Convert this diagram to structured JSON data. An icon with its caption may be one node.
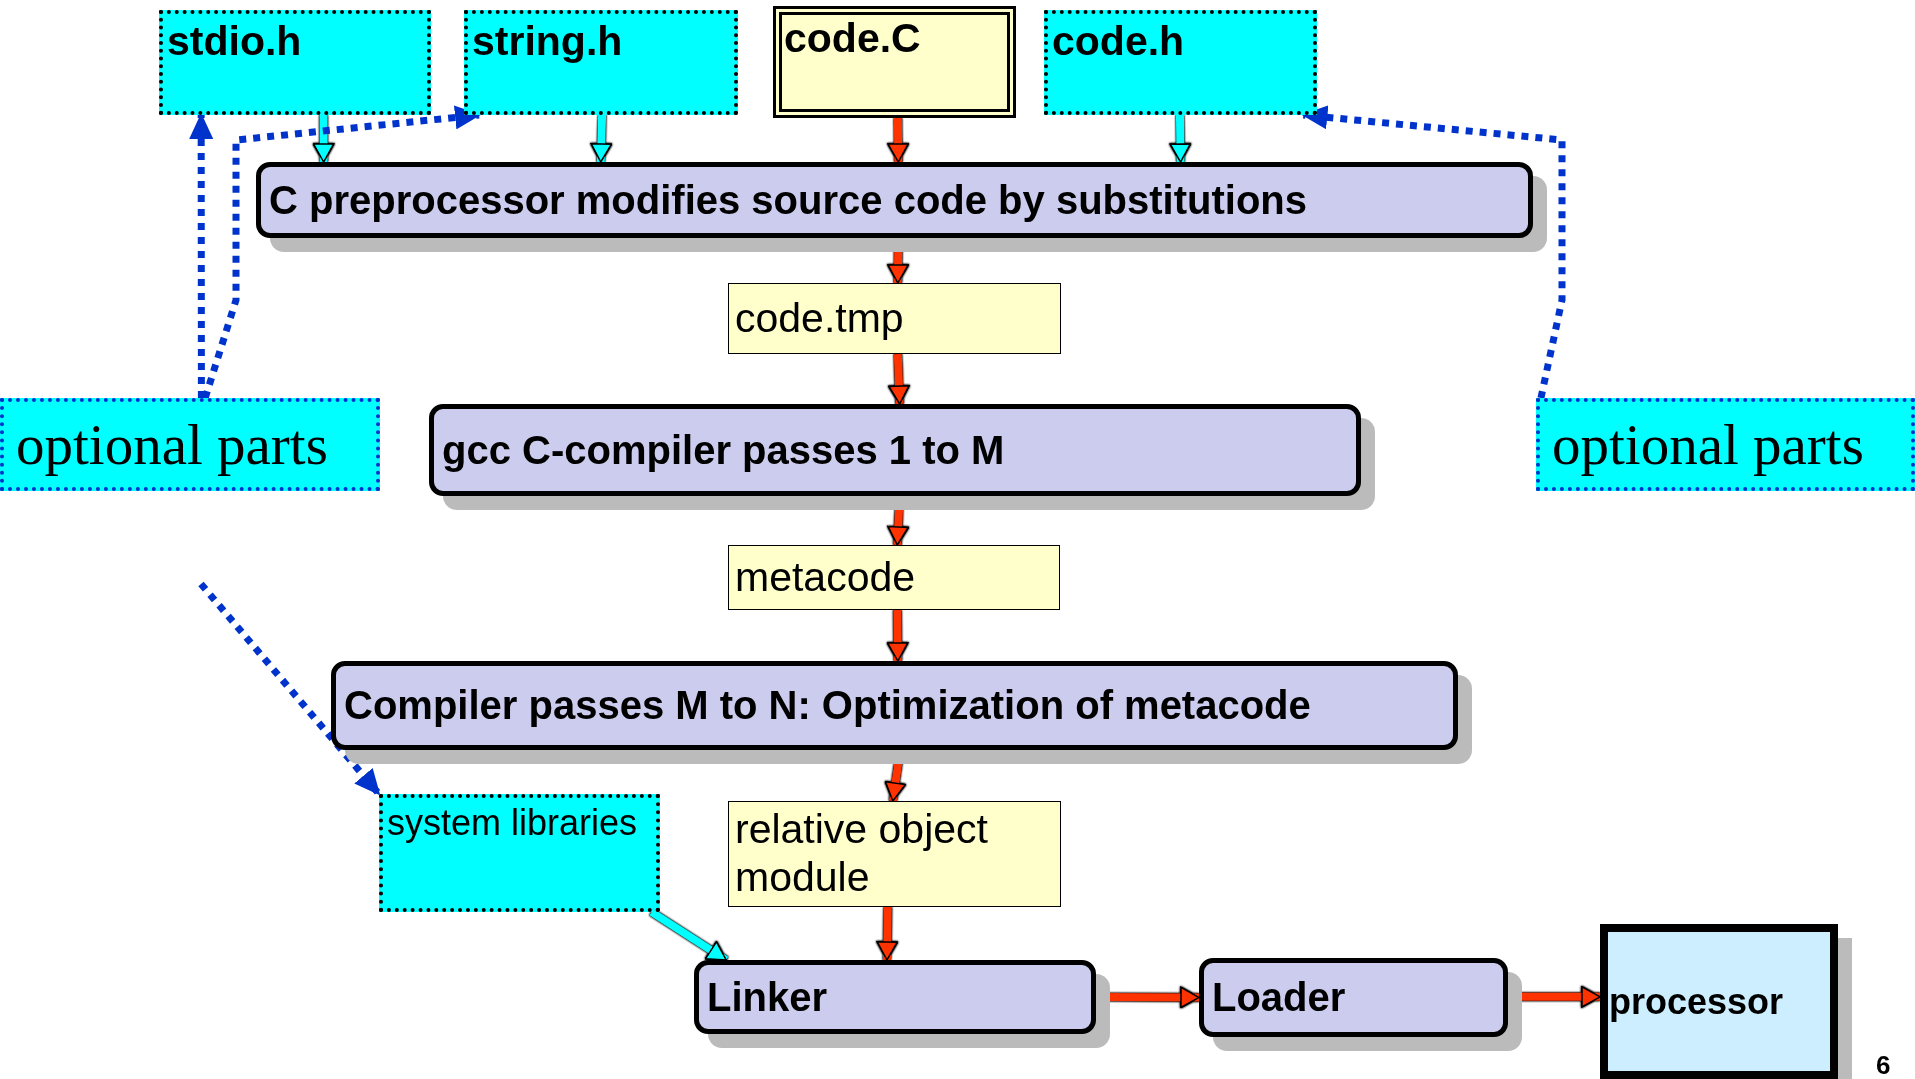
{
  "diagram": {
    "nodes": [
      {
        "text": [
          "stdio.h"
        ]
      },
      {
        "text": [
          "string.h"
        ]
      },
      {
        "text": [
          "code.C"
        ]
      },
      {
        "text": [
          "code.h"
        ]
      },
      {
        "text": [
          "C preprocessor modifies source code by substitutions"
        ]
      },
      {
        "text": [
          "code.tmp"
        ]
      },
      {
        "text": [
          "gcc C-compiler passes 1 to M"
        ]
      },
      {
        "text": [
          "metacode"
        ]
      },
      {
        "text": [
          "Compiler passes M to N: Optimization of metacode"
        ]
      },
      {
        "text": [
          "system libraries"
        ]
      },
      {
        "text": [
          "relative object module"
        ]
      },
      {
        "text": [
          "Linker"
        ]
      },
      {
        "text": [
          "Loader"
        ]
      },
      {
        "text": [
          "processor"
        ]
      },
      {
        "text": [
          "optional parts"
        ]
      },
      {
        "text": [
          "optional parts"
        ]
      }
    ],
    "edges": [
      {
        "from": 0,
        "to": 4,
        "arrow": "to",
        "color": "#00ffff"
      },
      {
        "from": 1,
        "to": 4,
        "arrow": "to",
        "color": "#00ffff"
      },
      {
        "from": 2,
        "to": 4,
        "arrow": "to"
      },
      {
        "from": 3,
        "to": 4,
        "arrow": "to",
        "color": "#00ffff"
      },
      {
        "from": 4,
        "to": 5,
        "arrow": "to"
      },
      {
        "from": 5,
        "to": 6,
        "arrow": "to"
      },
      {
        "from": 6,
        "to": 7,
        "arrow": "to"
      },
      {
        "from": 7,
        "to": 8,
        "arrow": "to"
      },
      {
        "from": 8,
        "to": 10,
        "arrow": "to"
      },
      {
        "from": 10,
        "to": 11,
        "arrow": "to"
      },
      {
        "from": 9,
        "to": 11,
        "arrow": "to",
        "color": "#00ffff"
      },
      {
        "from": 11,
        "to": 12,
        "arrow": "to"
      },
      {
        "from": 12,
        "to": 13,
        "arrow": "to"
      },
      {
        "from": 14,
        "to": 0,
        "arrow": "to",
        "style": "dashed",
        "color": "#0033cc"
      },
      {
        "from": 14,
        "to": 1,
        "arrow": "to",
        "style": "dashed",
        "color": "#0033cc"
      },
      {
        "from": 15,
        "to": 3,
        "arrow": "to",
        "style": "dashed",
        "color": "#0033cc"
      },
      {
        "from": null,
        "to": 9,
        "arrow": "to",
        "style": "dashed",
        "color": "#0033cc"
      }
    ],
    "labels": [
      "6"
    ]
  }
}
